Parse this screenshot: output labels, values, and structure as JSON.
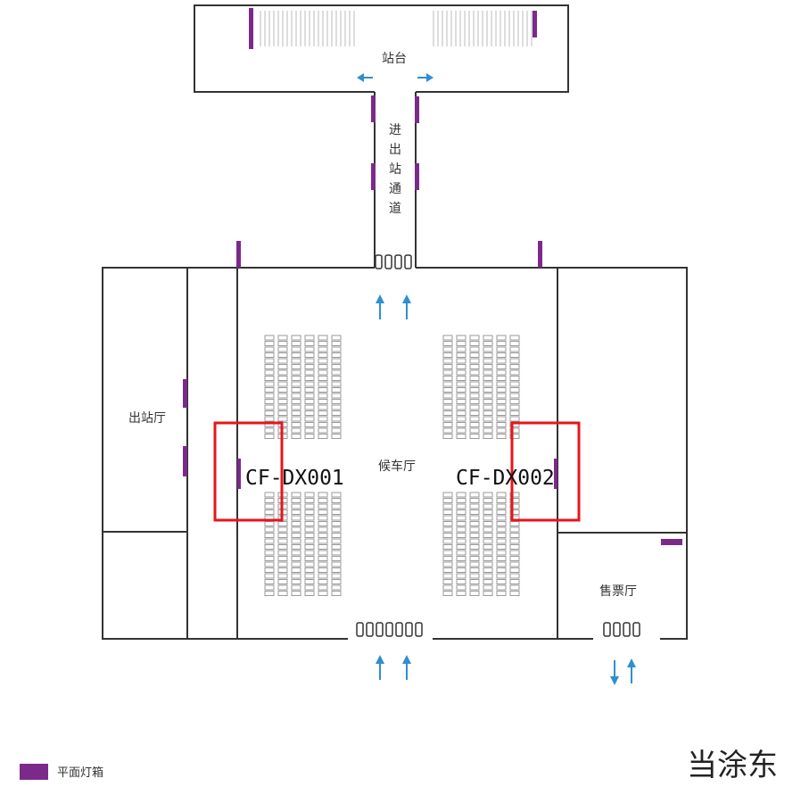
{
  "colors": {
    "wall": "#333333",
    "lightbox": "#7b2a8b",
    "arrow": "#2f8fd0",
    "highlight": "#e8141c",
    "seat": "#9a9a9a"
  },
  "labels": {
    "platform": "站台",
    "passage": "进出站通道",
    "exit_hall": "出站厅",
    "waiting_hall": "候车厅",
    "ticket_hall": "售票厅"
  },
  "ad_spots": [
    {
      "code": "CF-DX001"
    },
    {
      "code": "CF-DX002"
    }
  ],
  "station_name": "当涂东",
  "legend": {
    "icon": "flat-lightbox-swatch",
    "label": "平面灯箱"
  }
}
